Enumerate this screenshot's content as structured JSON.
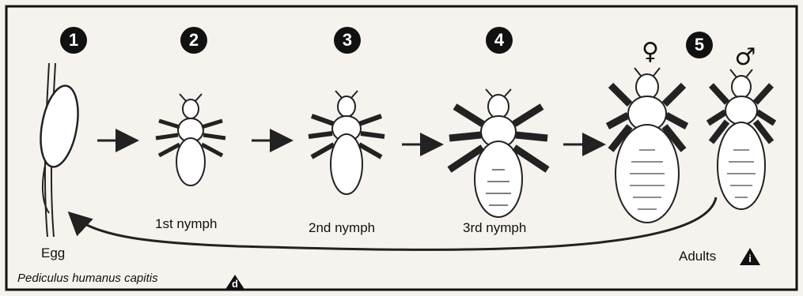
{
  "steps": [
    {
      "number": "1"
    },
    {
      "number": "2"
    },
    {
      "number": "3"
    },
    {
      "number": "4"
    },
    {
      "number": "5"
    }
  ],
  "labels": {
    "egg": "Egg",
    "nymph1": "1st nymph",
    "nymph2": "2nd nymph",
    "nymph3": "3rd nymph",
    "adults": "Adults",
    "species": "Pediculus humanus capitis"
  },
  "badges": {
    "adults_badge": "i",
    "species_badge": "d"
  },
  "sex_symbols": {
    "female": "♀",
    "male": "♂"
  }
}
